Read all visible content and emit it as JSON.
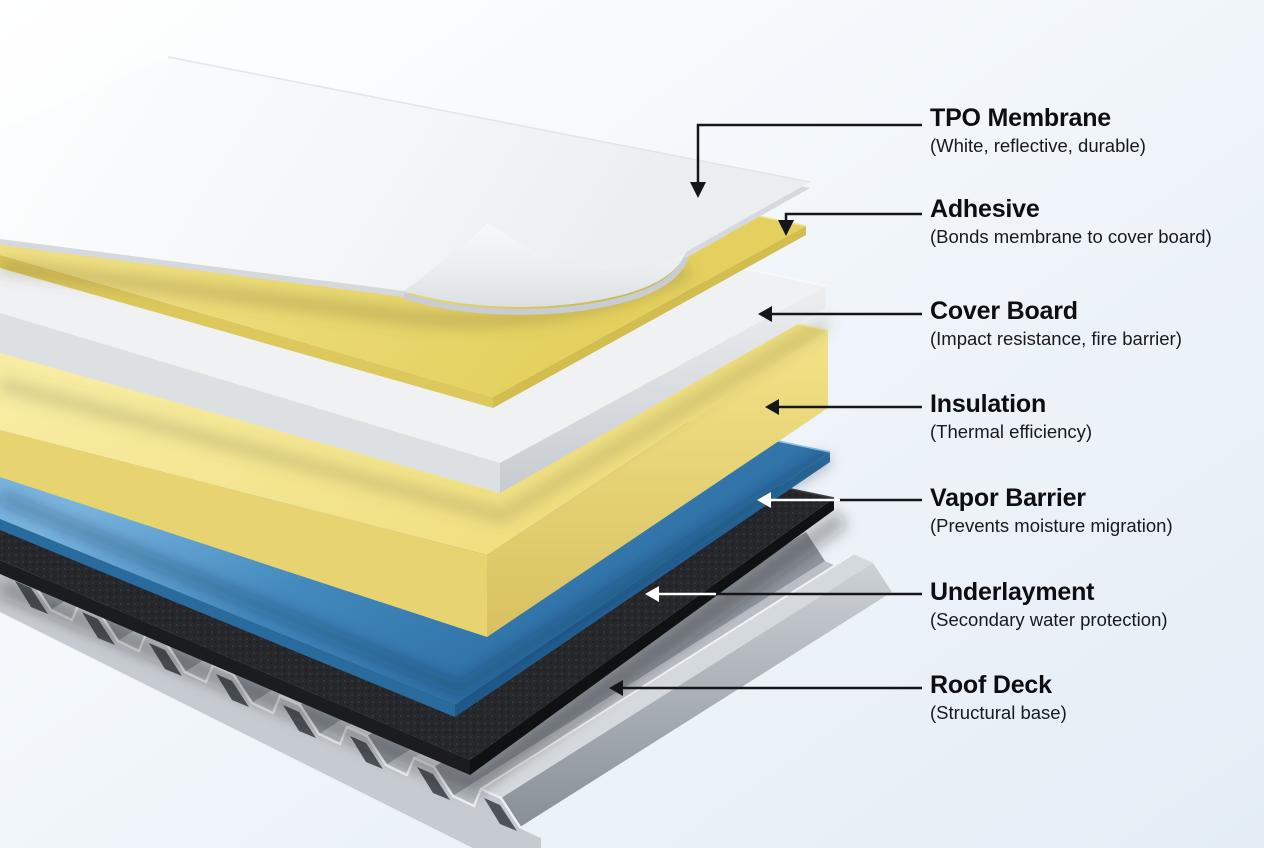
{
  "diagram": {
    "type": "exploded-layer-diagram",
    "subject": "TPO roofing system layer stack",
    "background_top": "#ffffff",
    "background_bottom": "#e4edf6",
    "leader_line_color": "#141619",
    "leader_line_color_on_dark": "#fdfdfe",
    "layers": [
      {
        "id": "tpo-membrane",
        "label": "TPO Membrane",
        "description": "(White, reflective, durable)",
        "color": "#f5f7f8"
      },
      {
        "id": "adhesive",
        "label": "Adhesive",
        "description": "(Bonds membrane to cover board)",
        "color": "#e8d76d"
      },
      {
        "id": "cover-board",
        "label": "Cover Board",
        "description": "(Impact resistance, fire barrier)",
        "color": "#eff0f2"
      },
      {
        "id": "insulation",
        "label": "Insulation",
        "description": "(Thermal efficiency)",
        "color": "#f4e78f"
      },
      {
        "id": "vapor-barrier",
        "label": "Vapor Barrier",
        "description": "(Prevents moisture migration)",
        "color": "#3f85ba"
      },
      {
        "id": "underlayment",
        "label": "Underlayment",
        "description": "(Secondary water protection)",
        "color": "#232528"
      },
      {
        "id": "roof-deck",
        "label": "Roof Deck",
        "description": "(Structural base)",
        "color": "#c9ced3"
      }
    ]
  }
}
